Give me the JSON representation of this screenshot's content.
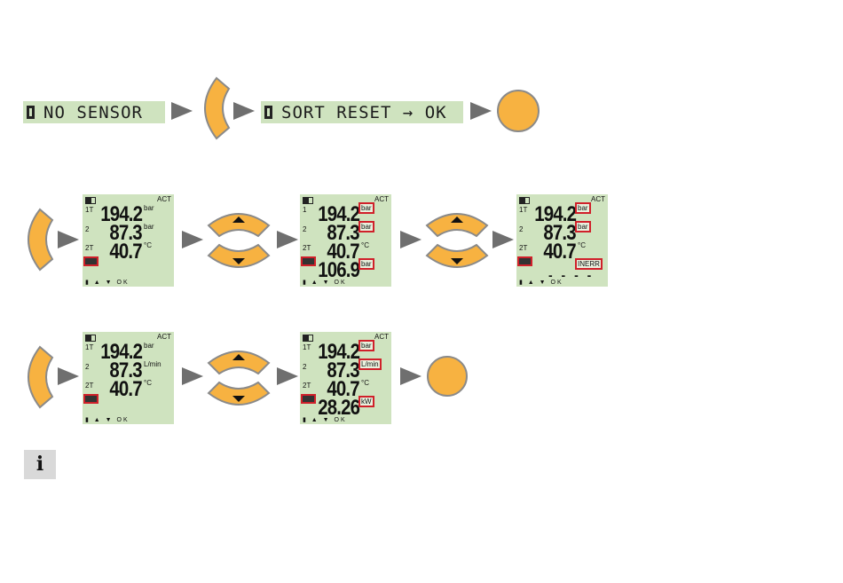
{
  "row1": {
    "display1": "NO SENSOR",
    "display2": "SORT RESET → OK"
  },
  "screens": [
    {
      "status": "ACT",
      "labels": [
        "1T",
        "2",
        "2T"
      ],
      "values": [
        "194.2",
        "87.3",
        "40.7",
        ""
      ],
      "units": [
        "bar",
        "bar",
        "°C",
        ""
      ],
      "highlight": [
        false,
        false,
        false,
        false
      ],
      "dashes": "",
      "footer": "▮ ▲ ▼ OK"
    },
    {
      "status": "ACT",
      "labels": [
        "1",
        "2",
        "2T"
      ],
      "values": [
        "194.2",
        "87.3",
        "40.7",
        "106.9"
      ],
      "units": [
        "bar",
        "bar",
        "°C",
        "bar"
      ],
      "highlight": [
        true,
        true,
        false,
        true
      ],
      "dashes": "",
      "footer": "▮ ▲ ▼ OK"
    },
    {
      "status": "ACT",
      "labels": [
        "1T",
        "2",
        "2T"
      ],
      "values": [
        "194.2",
        "87.3",
        "40.7",
        ""
      ],
      "units": [
        "bar",
        "bar",
        "°C",
        "INERR"
      ],
      "highlight": [
        true,
        true,
        false,
        true
      ],
      "dashes": "- - - -",
      "footer": "▮ ▲ ▼ OK"
    },
    {
      "status": "ACT",
      "labels": [
        "1T",
        "2",
        "2T"
      ],
      "values": [
        "194.2",
        "87.3",
        "40.7",
        ""
      ],
      "units": [
        "bar",
        "L/min",
        "°C",
        ""
      ],
      "highlight": [
        false,
        false,
        false,
        false
      ],
      "dashes": "",
      "footer": "▮ ▲ ▼ OK"
    },
    {
      "status": "ACT",
      "labels": [
        "1T",
        "2",
        "2T"
      ],
      "values": [
        "194.2",
        "87.3",
        "40.7",
        "28.26"
      ],
      "units": [
        "bar",
        "L/min",
        "°C",
        "kW"
      ],
      "highlight": [
        true,
        true,
        false,
        true
      ],
      "dashes": "",
      "footer": "▮ ▲ ▼ OK"
    }
  ],
  "info_icon": "i",
  "colors": {
    "button": "#f7b241",
    "lcd": "#cfe3bf",
    "highlight": "#d0202a",
    "arrow": "#6f6f6f"
  }
}
